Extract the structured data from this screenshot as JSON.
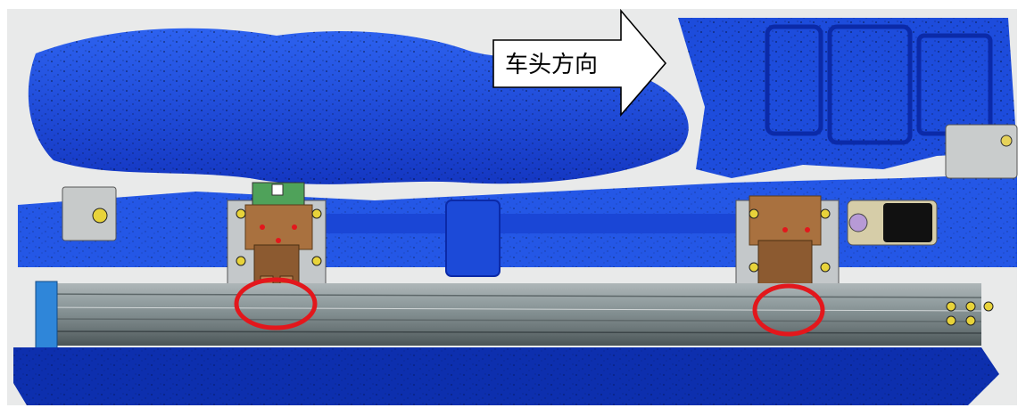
{
  "callout": {
    "label": "车头方向",
    "shape": "right-arrow"
  },
  "highlight": {
    "shape": "ellipse",
    "count": 2
  },
  "colors": {
    "background": "#ffffff",
    "scan_blue": "#1f4fe0",
    "scan_blue_dark": "#0b2aa8",
    "beam_gray": "#8e9a9c",
    "bracket_gray": "#c8ccce",
    "clamp_brown": "#a9713f",
    "highlight_red": "#e3171c",
    "callout_fill": "#ffffff",
    "callout_stroke": "#000000"
  }
}
